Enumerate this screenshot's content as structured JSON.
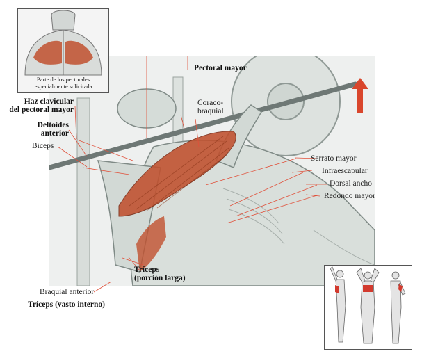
{
  "inset_caption": [
    "Parte de los pectorales",
    "especialmente solicitada"
  ],
  "labels": {
    "pectoral_mayor": "Pectoral mayor",
    "coracobraquial": [
      "Coraco-",
      "braquial"
    ],
    "haz_clavicular": [
      "Haz clavicular",
      "del pectoral mayor"
    ],
    "deltoides": [
      "Deltoides",
      "anterior"
    ],
    "biceps": "Bíceps",
    "serrato": "Serrato mayor",
    "infraescapular": "Infraescapular",
    "dorsal": "Dorsal ancho",
    "redondo": "Redondo mayor",
    "triceps_larga": [
      "Tríceps",
      "(porción larga)"
    ],
    "braquial": "Braquial anterior",
    "triceps_interno": "Tríceps (vasto interno)"
  },
  "colors": {
    "muscle": "#c0502e",
    "arrow": "#d9462c",
    "leader": "#e0503a"
  }
}
